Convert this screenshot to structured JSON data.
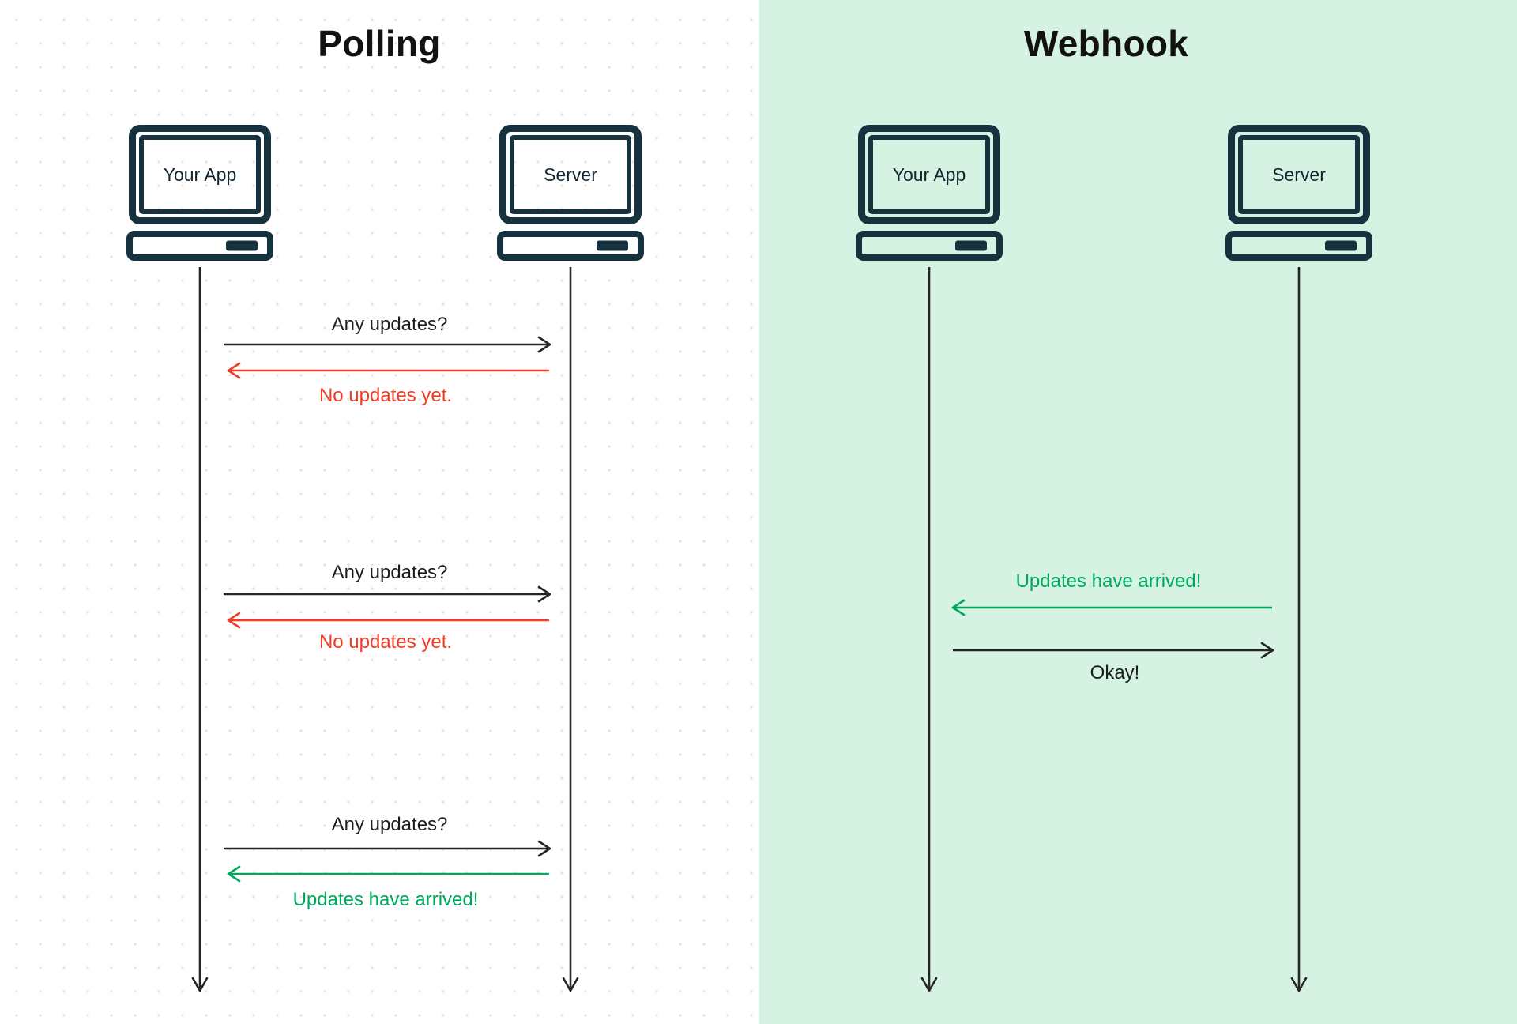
{
  "panels": {
    "polling": {
      "title": "Polling",
      "actors": [
        {
          "label": "Your App"
        },
        {
          "label": "Server"
        }
      ],
      "exchanges": [
        {
          "request": "Any updates?",
          "response": "No updates yet.",
          "response_type": "negative"
        },
        {
          "request": "Any updates?",
          "response": "No updates yet.",
          "response_type": "negative"
        },
        {
          "request": "Any updates?",
          "response": "Updates have arrived!",
          "response_type": "positive"
        }
      ]
    },
    "webhook": {
      "title": "Webhook",
      "actors": [
        {
          "label": "Your App"
        },
        {
          "label": "Server"
        }
      ],
      "exchanges": [
        {
          "push": "Updates have arrived!",
          "push_type": "positive",
          "ack": "Okay!"
        }
      ]
    }
  },
  "colors": {
    "ink": "#16323e",
    "line": "#262626",
    "negative": "#f23b22",
    "positive": "#00a85d",
    "webhook_bg": "#d6f2e2",
    "polling_bg": "#ffffff",
    "dot": "#e9e2e2"
  }
}
